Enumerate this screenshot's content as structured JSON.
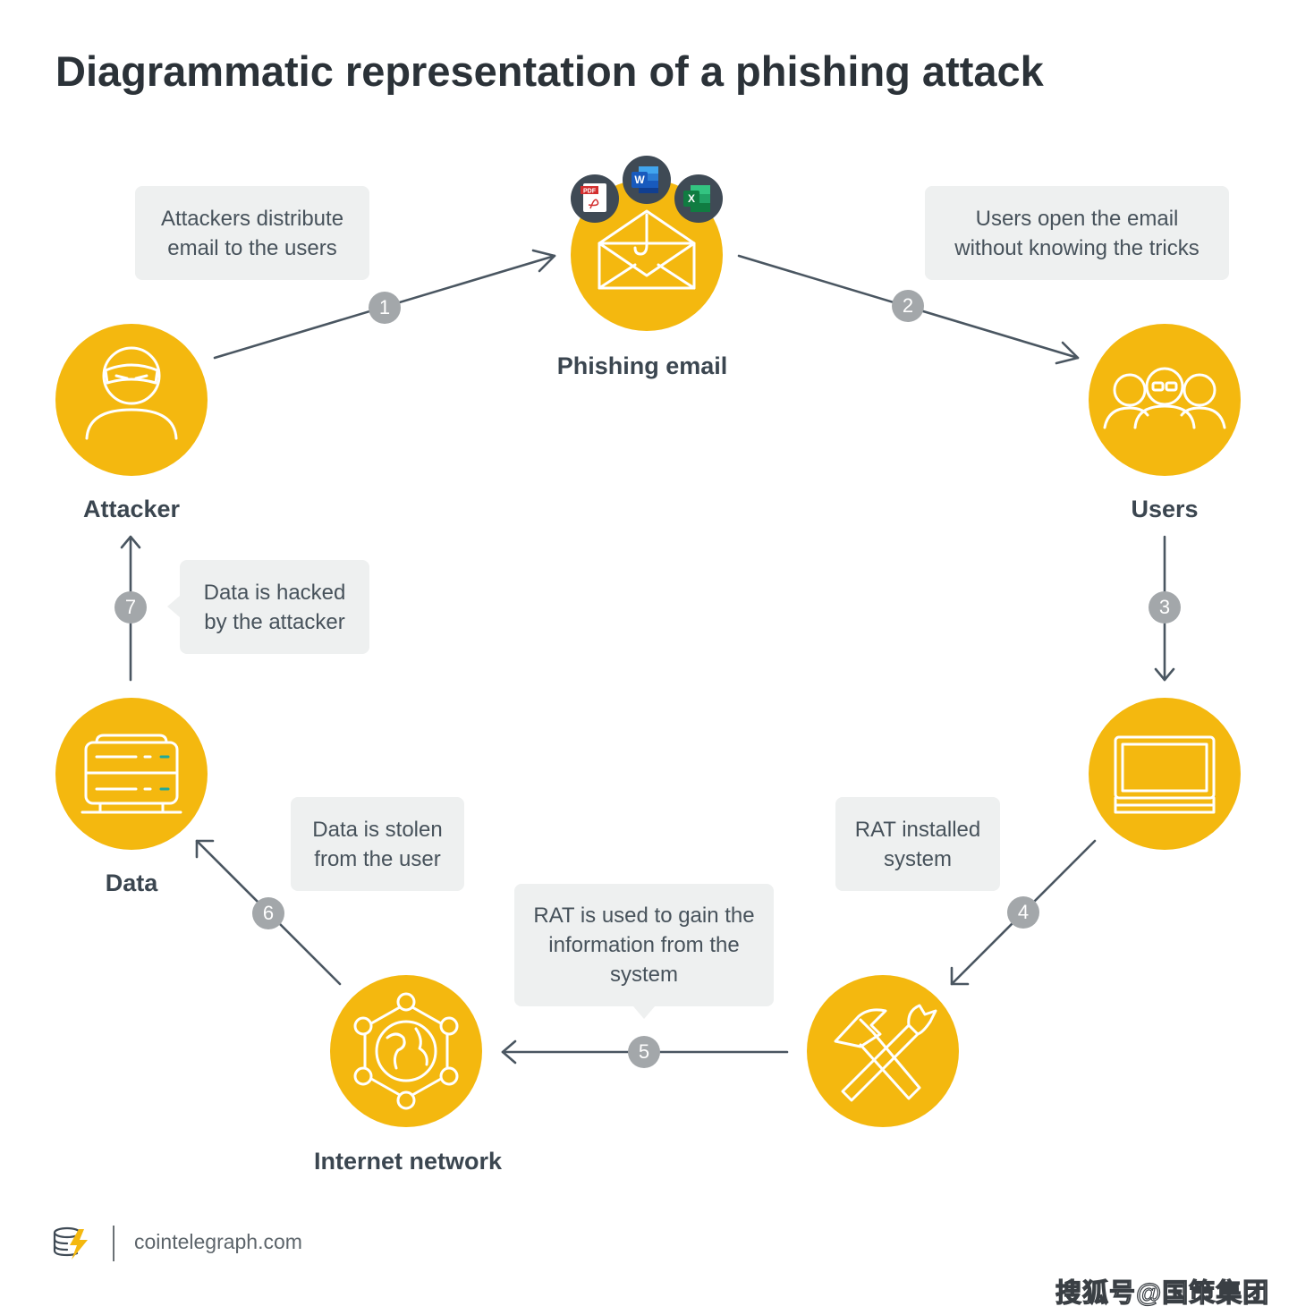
{
  "title": "Diagrammatic representation of a phishing attack",
  "nodes": {
    "phishing_email": "Phishing email",
    "users": "Users",
    "attacker": "Attacker",
    "data": "Data",
    "internet_network": "Internet network"
  },
  "file_badges": {
    "pdf": "PDF",
    "word": "W",
    "excel": "X"
  },
  "callouts": {
    "step1": [
      "Attackers distribute",
      "email to the users"
    ],
    "step2": [
      "Users open the email",
      "without knowing the tricks"
    ],
    "step4": [
      "RAT installed",
      "system"
    ],
    "step5": [
      "RAT is used to gain the",
      "information from the",
      "system"
    ],
    "step6": [
      "Data is stolen",
      "from the user"
    ],
    "step7": [
      "Data is hacked",
      "by the attacker"
    ]
  },
  "steps": [
    "1",
    "2",
    "3",
    "4",
    "5",
    "6",
    "7"
  ],
  "footer": {
    "site": "cointelegraph.com"
  },
  "watermark": "搜狐号@国策集团",
  "colors": {
    "node": "#f4b80f",
    "callout_bg": "#eef0f0",
    "step_badge": "#a3a7aa",
    "connector": "#4a5661"
  }
}
